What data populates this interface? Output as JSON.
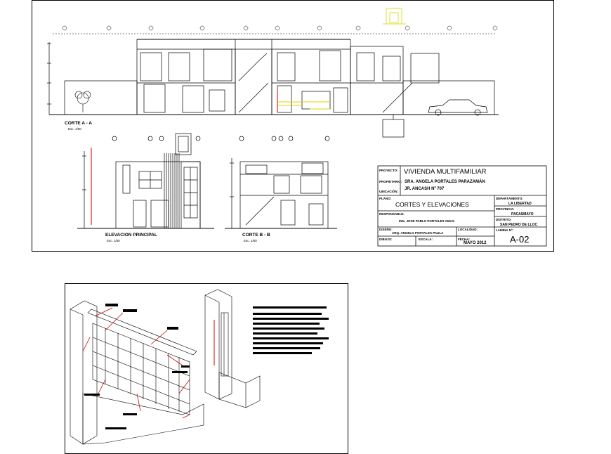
{
  "drawings": {
    "section_a": {
      "title": "CORTE A - A",
      "scale": "Esc. 1/50"
    },
    "front_elevation": {
      "title": "ELEVACION PRINCIPAL",
      "scale": "Esc. 1/50"
    },
    "section_b": {
      "title": "CORTE B - B",
      "scale": "Esc. 1/50"
    }
  },
  "title_block": {
    "project_label": "PROYECTO:",
    "project_value": "VIVIENDA  MULTIFAMILIAR",
    "owner_label": "PROPIETARIO:",
    "owner_value": "SRA. ANGELA PORTALES PARAZAMÁN",
    "location_label": "UBICACIÓN:",
    "location_value": "JR. ANCASH Nº 707",
    "plan_label": "PLANO:",
    "plan_value": "CORTES Y ELEVACIONES",
    "responsible_label": "RESPONSABLE:",
    "responsible_value": "ING. JOSE PABLO PORTALES AMAS",
    "design_label": "DISEÑO:",
    "design_value": "ARQ. ANGELO PORTALES PAULA",
    "city_label": "LOCALIDAD:",
    "drawn_label": "DIBUJO:",
    "scale_label": "ESCALA:",
    "date_label": "FECHA:",
    "date_value": "MAYO 2012",
    "department_label": "DEPARTAMENTO:",
    "department_value": "LA LIBERTAD",
    "province_label": "PROVINCIA:",
    "province_value": "PACASMAYO",
    "district_label": "DISTRITO:",
    "district_value": "SAN PEDRO DE LLOC",
    "sheet_label": "LAMINA Nº:",
    "sheet_value": "A-02"
  }
}
